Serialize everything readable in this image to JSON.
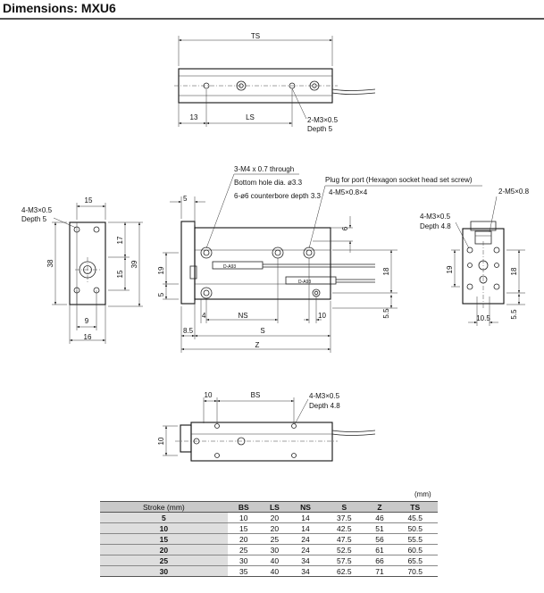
{
  "title": "Dimensions: MXU6",
  "views": {
    "top": {
      "labels": {
        "ts": "TS",
        "ls": "LS",
        "offset_13": "13",
        "callout_1": "2-M3×0.5",
        "callout_2": "Depth 5"
      }
    },
    "left_end": {
      "labels": {
        "w15": "15",
        "w9": "9",
        "w16": "16",
        "h38": "38",
        "h17": "17",
        "h15": "15",
        "h39": "39",
        "callout_1": "4-M3×0.5",
        "callout_2": "Depth 5"
      }
    },
    "front": {
      "labels": {
        "note_1": "3-M4 x 0.7 through",
        "note_2": "Bottom hole dia. ø3.3",
        "note_3": "6-ø6 counterbore depth 3.3",
        "plug_1": "Plug for port (Hexagon socket head set screw)",
        "plug_2": "4-M5×0.8×4",
        "d5_top": "5",
        "d6": "6",
        "d19": "19",
        "d5_left": "5",
        "d18": "18",
        "d55": "5.5",
        "d4": "4",
        "ns": "NS",
        "d10": "10",
        "d85": "8.5",
        "s": "S",
        "z": "Z",
        "switch_text": "D-A93"
      }
    },
    "right_end": {
      "labels": {
        "callout_1": "4-M3×0.5",
        "callout_2": "Depth 4.8",
        "port": "2-M5×0.8",
        "d19": "19",
        "d18": "18",
        "d105": "10.5",
        "d55": "5.5"
      }
    },
    "bottom": {
      "labels": {
        "d10": "10",
        "bs": "BS",
        "d10_side": "10",
        "callout_1": "4-M3×0.5",
        "callout_2": "Depth 4.8"
      }
    }
  },
  "table": {
    "unit": "(mm)",
    "headers": [
      "Stroke (mm)",
      "BS",
      "LS",
      "NS",
      "S",
      "Z",
      "TS"
    ],
    "rows": [
      [
        "5",
        "10",
        "20",
        "14",
        "37.5",
        "46",
        "45.5"
      ],
      [
        "10",
        "15",
        "20",
        "14",
        "42.5",
        "51",
        "50.5"
      ],
      [
        "15",
        "20",
        "25",
        "24",
        "47.5",
        "56",
        "55.5"
      ],
      [
        "20",
        "25",
        "30",
        "24",
        "52.5",
        "61",
        "60.5"
      ],
      [
        "25",
        "30",
        "40",
        "34",
        "57.5",
        "66",
        "65.5"
      ],
      [
        "30",
        "35",
        "40",
        "34",
        "62.5",
        "71",
        "70.5"
      ]
    ]
  }
}
